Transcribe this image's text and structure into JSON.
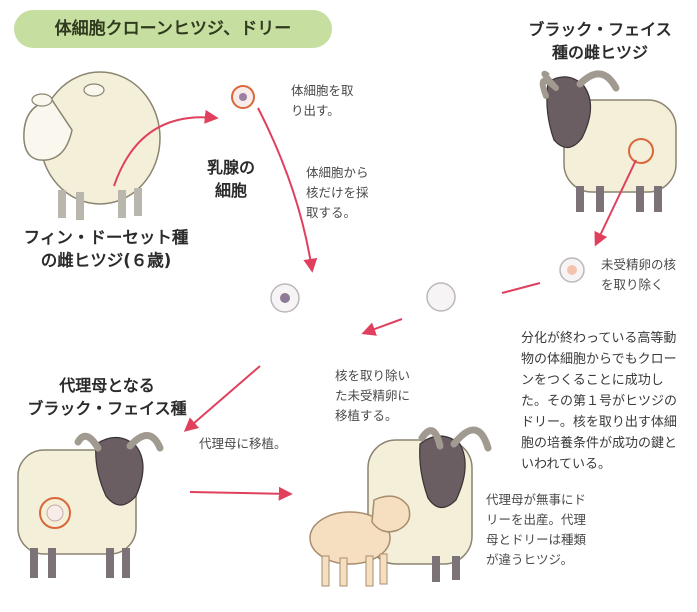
{
  "title": "体細胞クローンヒツジ、ドリー",
  "labels": {
    "black_face_ewe": "ブラック・フェイス\n種の雌ヒツジ",
    "finn_dorset": "フィン・ドーセット種\nの雌ヒツジ(６歳)",
    "mammary_cell": "乳腺の\n細胞",
    "surrogate_mother": "代理母となる\nブラック・フェイス種"
  },
  "notes": {
    "extract_cell": "体細胞を取\nり出す。",
    "extract_nucleus": "体細胞から\n核だけを採\n取する。",
    "remove_egg_nucleus": "未受精卵の核\nを取り除く",
    "transplant_egg": "核を取り除い\nた未受精卵に\n移植する。",
    "implant_surrogate": "代理母に移植。",
    "birth": "代理母が無事にド\nリーを出産。代理\n母とドリーは種類\nが違うヒツジ。",
    "summary": "分化が終わっている高等動\n物の体細胞からでもクロー\nンをつくることに成功し\nた。その第１号がヒツジの\nドリー。核を取り出す体細\n胞の培養条件が成功の鍵と\nいわれている。"
  },
  "colors": {
    "title_bg": "#c6de9f",
    "arrow": "#e0405e",
    "wool": "#f4efd9",
    "black_face": "#6a5e63",
    "lamb": "#f6dfc0",
    "cell_ring": "#d9673a"
  }
}
